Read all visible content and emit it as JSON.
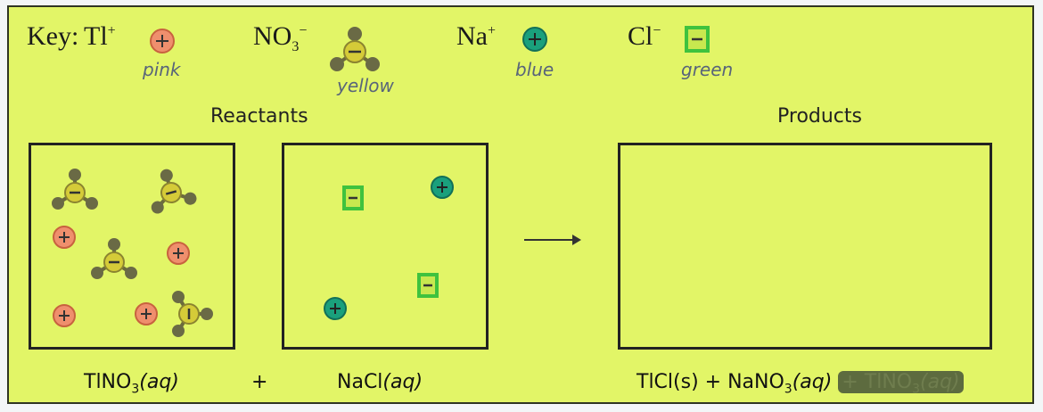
{
  "key": {
    "title": "Key:",
    "ions": [
      {
        "symbol": "Tl",
        "charge": "+",
        "color_word": "pink",
        "color": "#ef8f6d"
      },
      {
        "symbol": "NO",
        "sub": "3",
        "charge": "−",
        "color_word": "yellow",
        "color": "#d5cb38"
      },
      {
        "symbol": "Na",
        "charge": "+",
        "color_word": "blue",
        "color": "#1aa07c"
      },
      {
        "symbol": "Cl",
        "charge": "−",
        "color_word": "green",
        "color": "#3fc23e"
      }
    ]
  },
  "headers": {
    "reactants": "Reactants",
    "products": "Products"
  },
  "formulas": {
    "reactant1": {
      "base": "TlNO",
      "sub": "3",
      "state": "(aq)"
    },
    "plus": "+",
    "reactant2": {
      "base": "NaCl",
      "state": "(aq)"
    },
    "product": {
      "p1": "TlCl(s) + NaNO",
      "sub": "3",
      "state": "(aq)",
      "struck": "+ TlNO",
      "struck_sub": "3",
      "struck_state": "(aq)"
    }
  },
  "icons": {
    "plus": "+",
    "minus": "−"
  }
}
